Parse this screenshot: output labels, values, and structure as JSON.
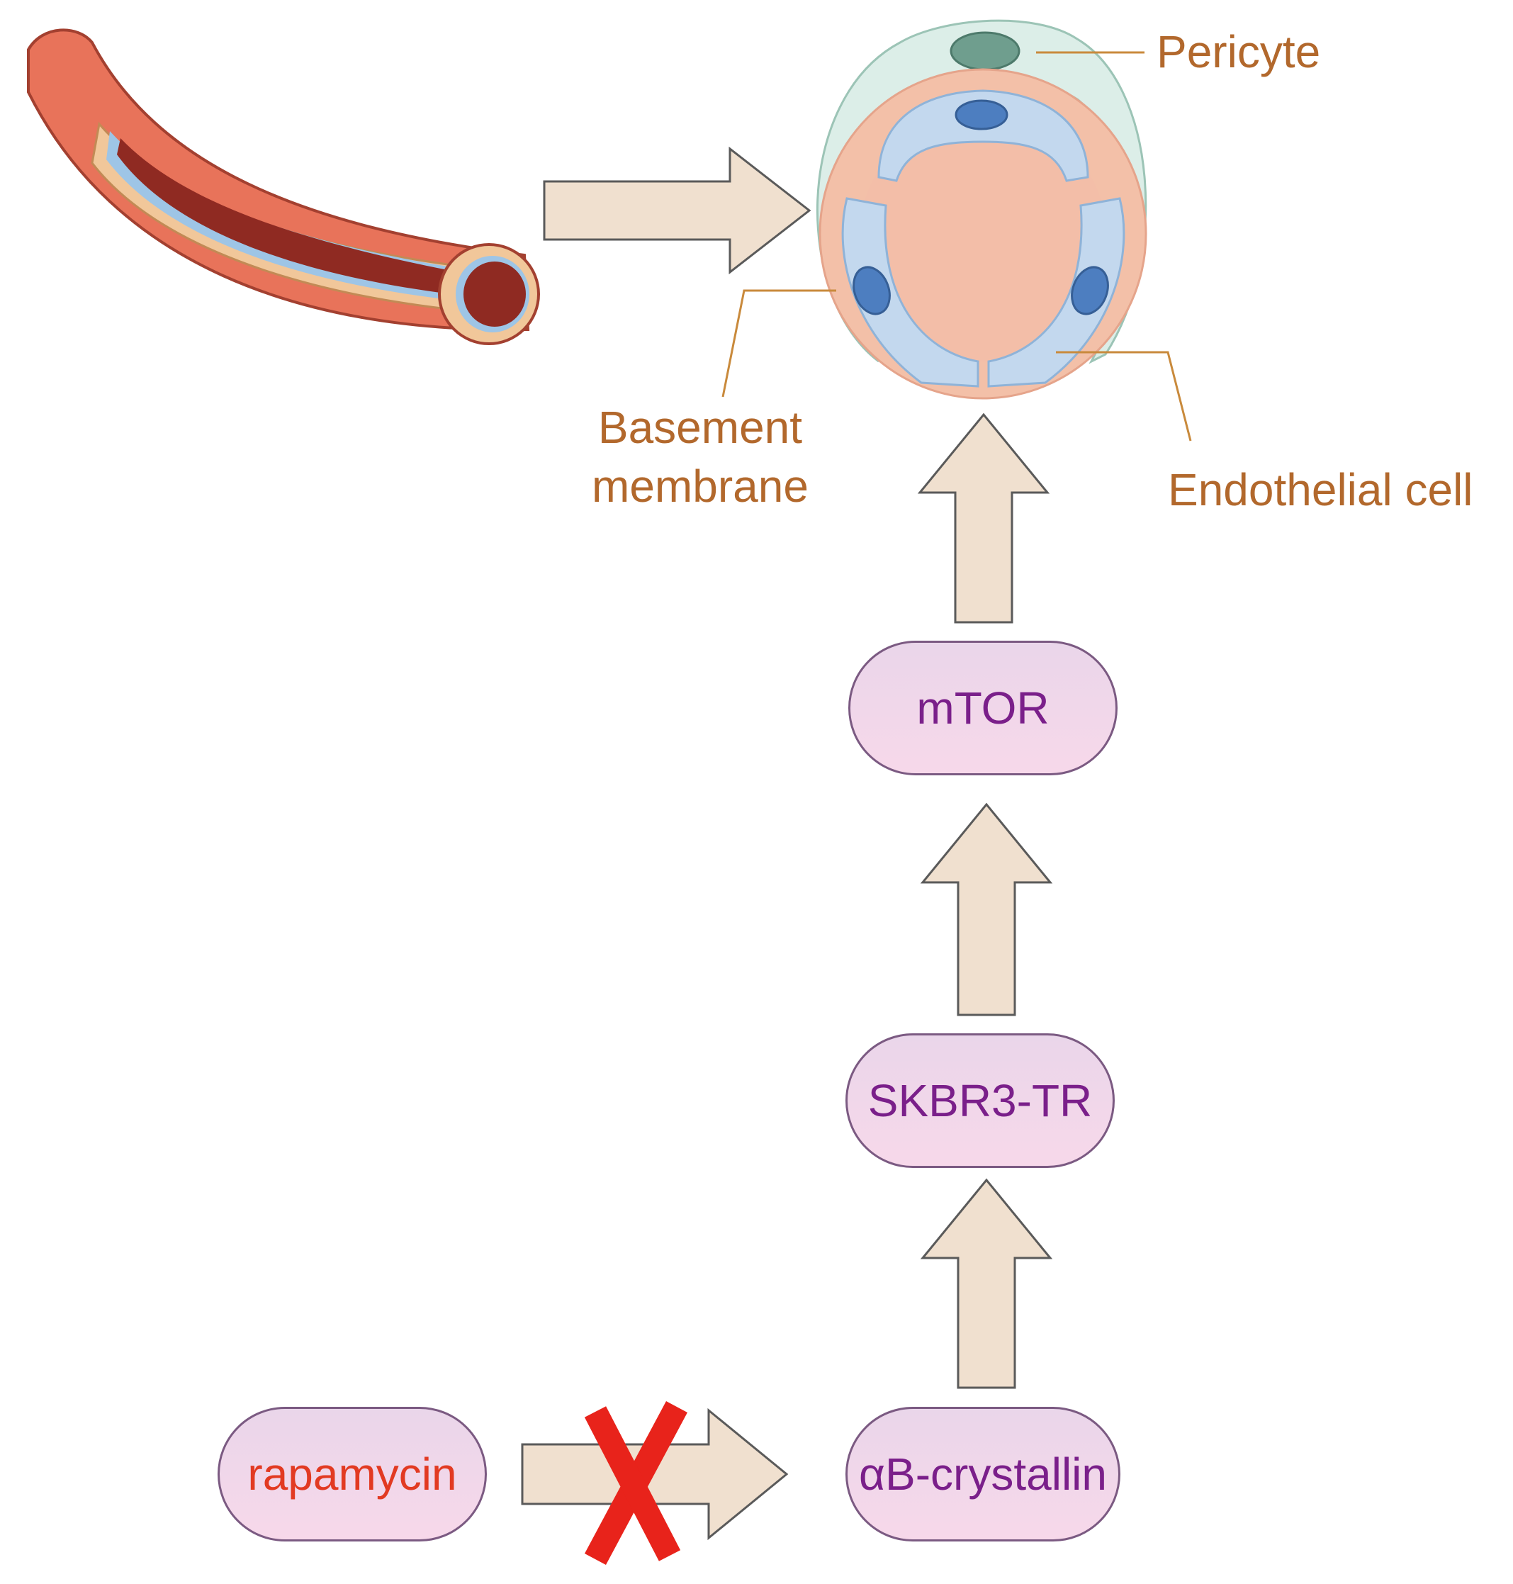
{
  "labels": {
    "pericyte": "Pericyte",
    "basement_membrane_line1": "Basement",
    "basement_membrane_line2": "membrane",
    "endothelial_cell": "Endothelial cell"
  },
  "nodes": {
    "mtor": "mTOR",
    "skbr3": "SKBR3-TR",
    "crystallin": "αB-crystallin",
    "rapamycin": "rapamycin"
  },
  "colors": {
    "arrow_fill": "#f0e0cf",
    "arrow_stroke": "#5a5a5a",
    "label_text": "#b2682c",
    "node_text": "#7a1f8a",
    "drug_text": "#e23a22",
    "inhibition_cross": "#e8231b"
  },
  "icons": {
    "inhibition": "red-x-icon",
    "vessel": "blood-vessel-icon",
    "capillary": "capillary-cross-section-icon"
  }
}
